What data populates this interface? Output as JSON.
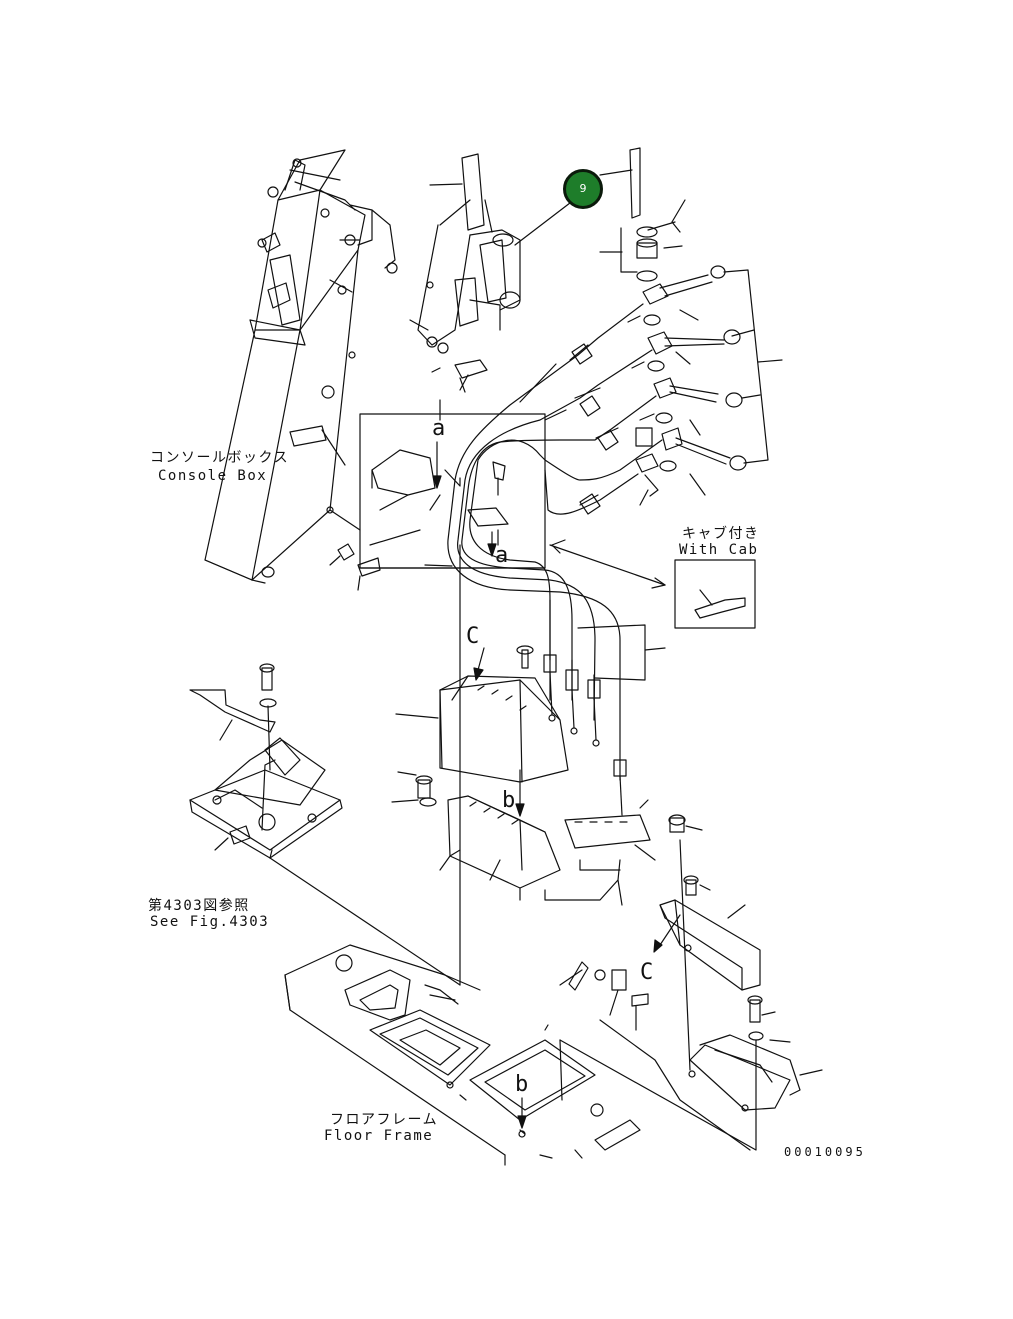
{
  "labels": {
    "console_box_jp": "コンソールボックス",
    "console_box_en": "Console Box",
    "with_cab_jp": "キャブ付き",
    "with_cab_en": "With Cab",
    "see_fig_jp": "第4303図参照",
    "see_fig_en": "See Fig.4303",
    "floor_frame_jp": "フロアフレーム",
    "floor_frame_en": "Floor Frame"
  },
  "reference_letters": {
    "a_top": "a",
    "a_bottom": "a",
    "c_top": "C",
    "c_right": "C",
    "b_mid": "b",
    "b_low": "b"
  },
  "callout": {
    "number": "9",
    "color": "#1e7d2a"
  },
  "document_number": "00010095"
}
